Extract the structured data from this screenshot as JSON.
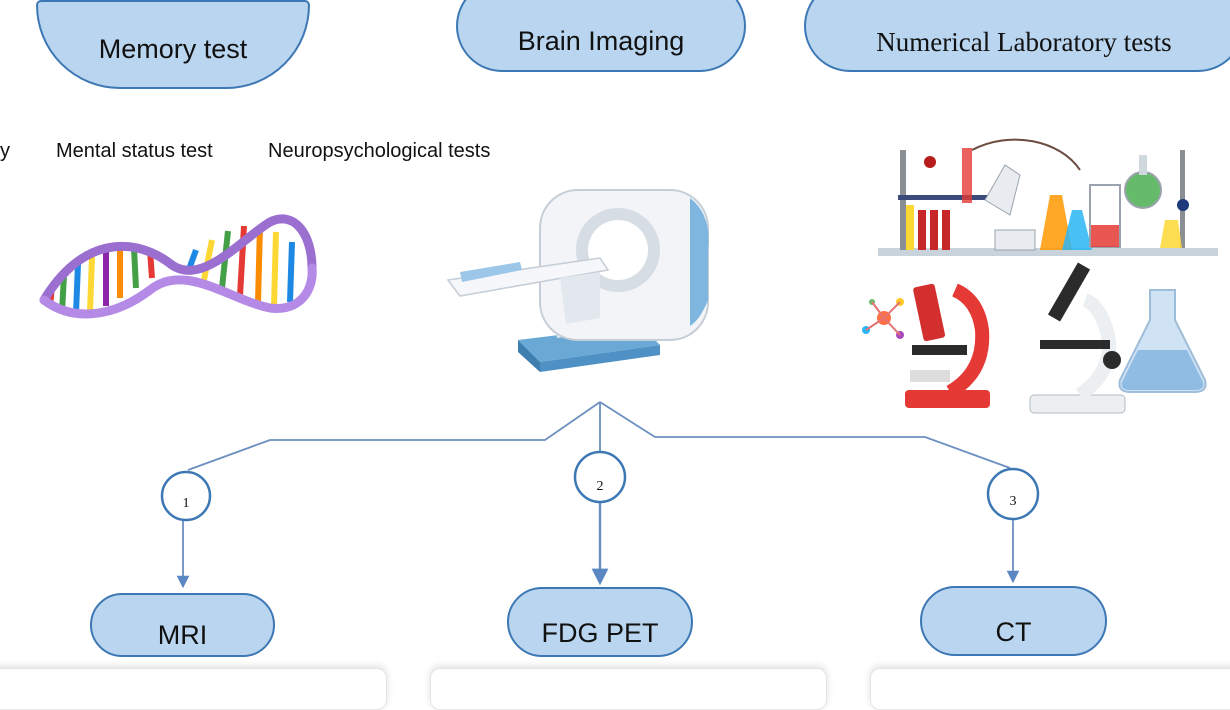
{
  "top_nodes": {
    "memory_test": "Memory test",
    "brain_imaging": "Brain Imaging",
    "lab_tests": "Numerical Laboratory tests"
  },
  "memory_subtests": {
    "cut_off": "y",
    "mental_status": "Mental status test",
    "neuropsych": "Neuropsychological tests"
  },
  "branches": [
    {
      "number": "1",
      "label": "MRI"
    },
    {
      "number": "2",
      "label": "FDG PET"
    },
    {
      "number": "3",
      "label": "CT"
    }
  ],
  "icons": {
    "dna": "dna-helix-icon",
    "scanner": "ct-scanner-icon",
    "lab": "laboratory-equipment-icon"
  },
  "colors": {
    "node_fill": "#b9d5ef",
    "node_border": "#3d78b5",
    "connector": "#6b8fbf"
  }
}
